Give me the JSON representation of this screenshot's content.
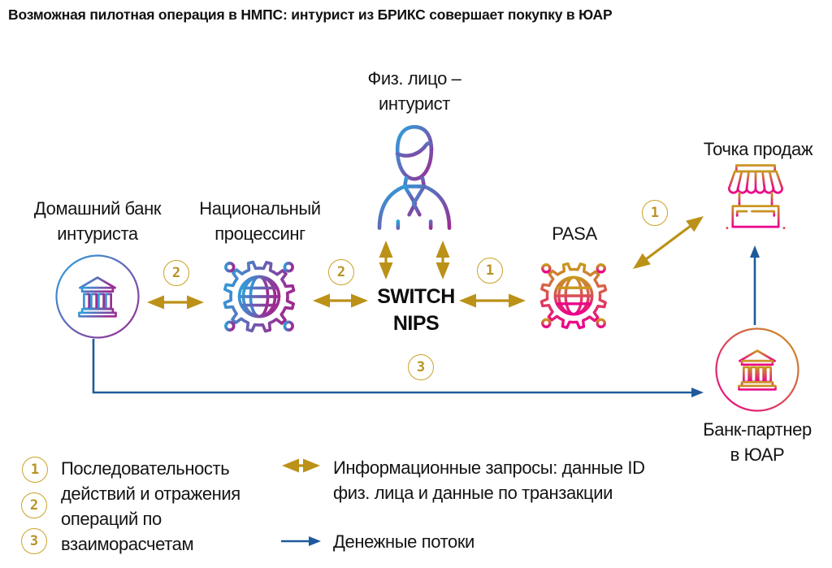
{
  "title": "Возможная пилотная операция в НМПС: интурист из БРИКС совершает покупку в ЮАР",
  "nodes": {
    "tourist": {
      "lines": [
        "Физ. лицо –",
        "интурист"
      ]
    },
    "home_bank": {
      "lines": [
        "Домашний банк",
        "интуриста"
      ]
    },
    "national_processing": {
      "lines": [
        "Национальный",
        "процессинг"
      ]
    },
    "switch_nips": {
      "lines": [
        "SWITCH",
        "NIPS"
      ]
    },
    "pasa": {
      "label": "PASA"
    },
    "point_of_sale": {
      "label": "Точка продаж"
    },
    "partner_bank": {
      "lines": [
        "Банк-партнер",
        "в ЮАР"
      ]
    }
  },
  "badges": {
    "home_to_processing": "2",
    "processing_to_switch": "2",
    "switch_to_pasa": "1",
    "pasa_to_pos": "1",
    "money_path": "3"
  },
  "legend": {
    "sequence": {
      "numbers": [
        "1",
        "2",
        "3"
      ],
      "lines": [
        "Последовательность",
        "действий и отражения",
        "операций по",
        "взаиморасчетам"
      ]
    },
    "info_requests": {
      "lines": [
        "Информационные запросы: данные ID",
        "физ. лица и данные по транзакции"
      ]
    },
    "money_flows": {
      "label": "Денежные потоки"
    }
  },
  "colors": {
    "gold_arrow": "#BB9117",
    "badge_ring": "#C9A227",
    "money_blue": "#1E5A9B",
    "gradient_blue": "#2AA3DC",
    "gradient_purple": "#9C2B92",
    "gradient_gold": "#C89A1E",
    "gradient_pink": "#EC008C",
    "text": "#151515",
    "background": "#FFFFFF"
  }
}
